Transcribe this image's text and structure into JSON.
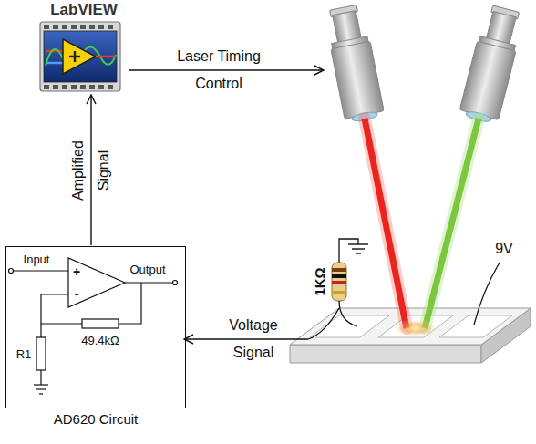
{
  "diagram": {
    "nodes": [
      {
        "text": [
          "LabVIEW"
        ]
      },
      {
        "text": [
          "AD620 Circuit"
        ]
      }
    ],
    "edges": [
      {
        "from": 1,
        "to": 0,
        "arrow": "to",
        "label": "Amplified Signal"
      }
    ],
    "labels": [
      "Laser Timing Control",
      "1KΩ",
      "9V",
      "Voltage Signal",
      "Input",
      "+",
      "-",
      "Output",
      "49.4kΩ",
      "R1"
    ]
  }
}
